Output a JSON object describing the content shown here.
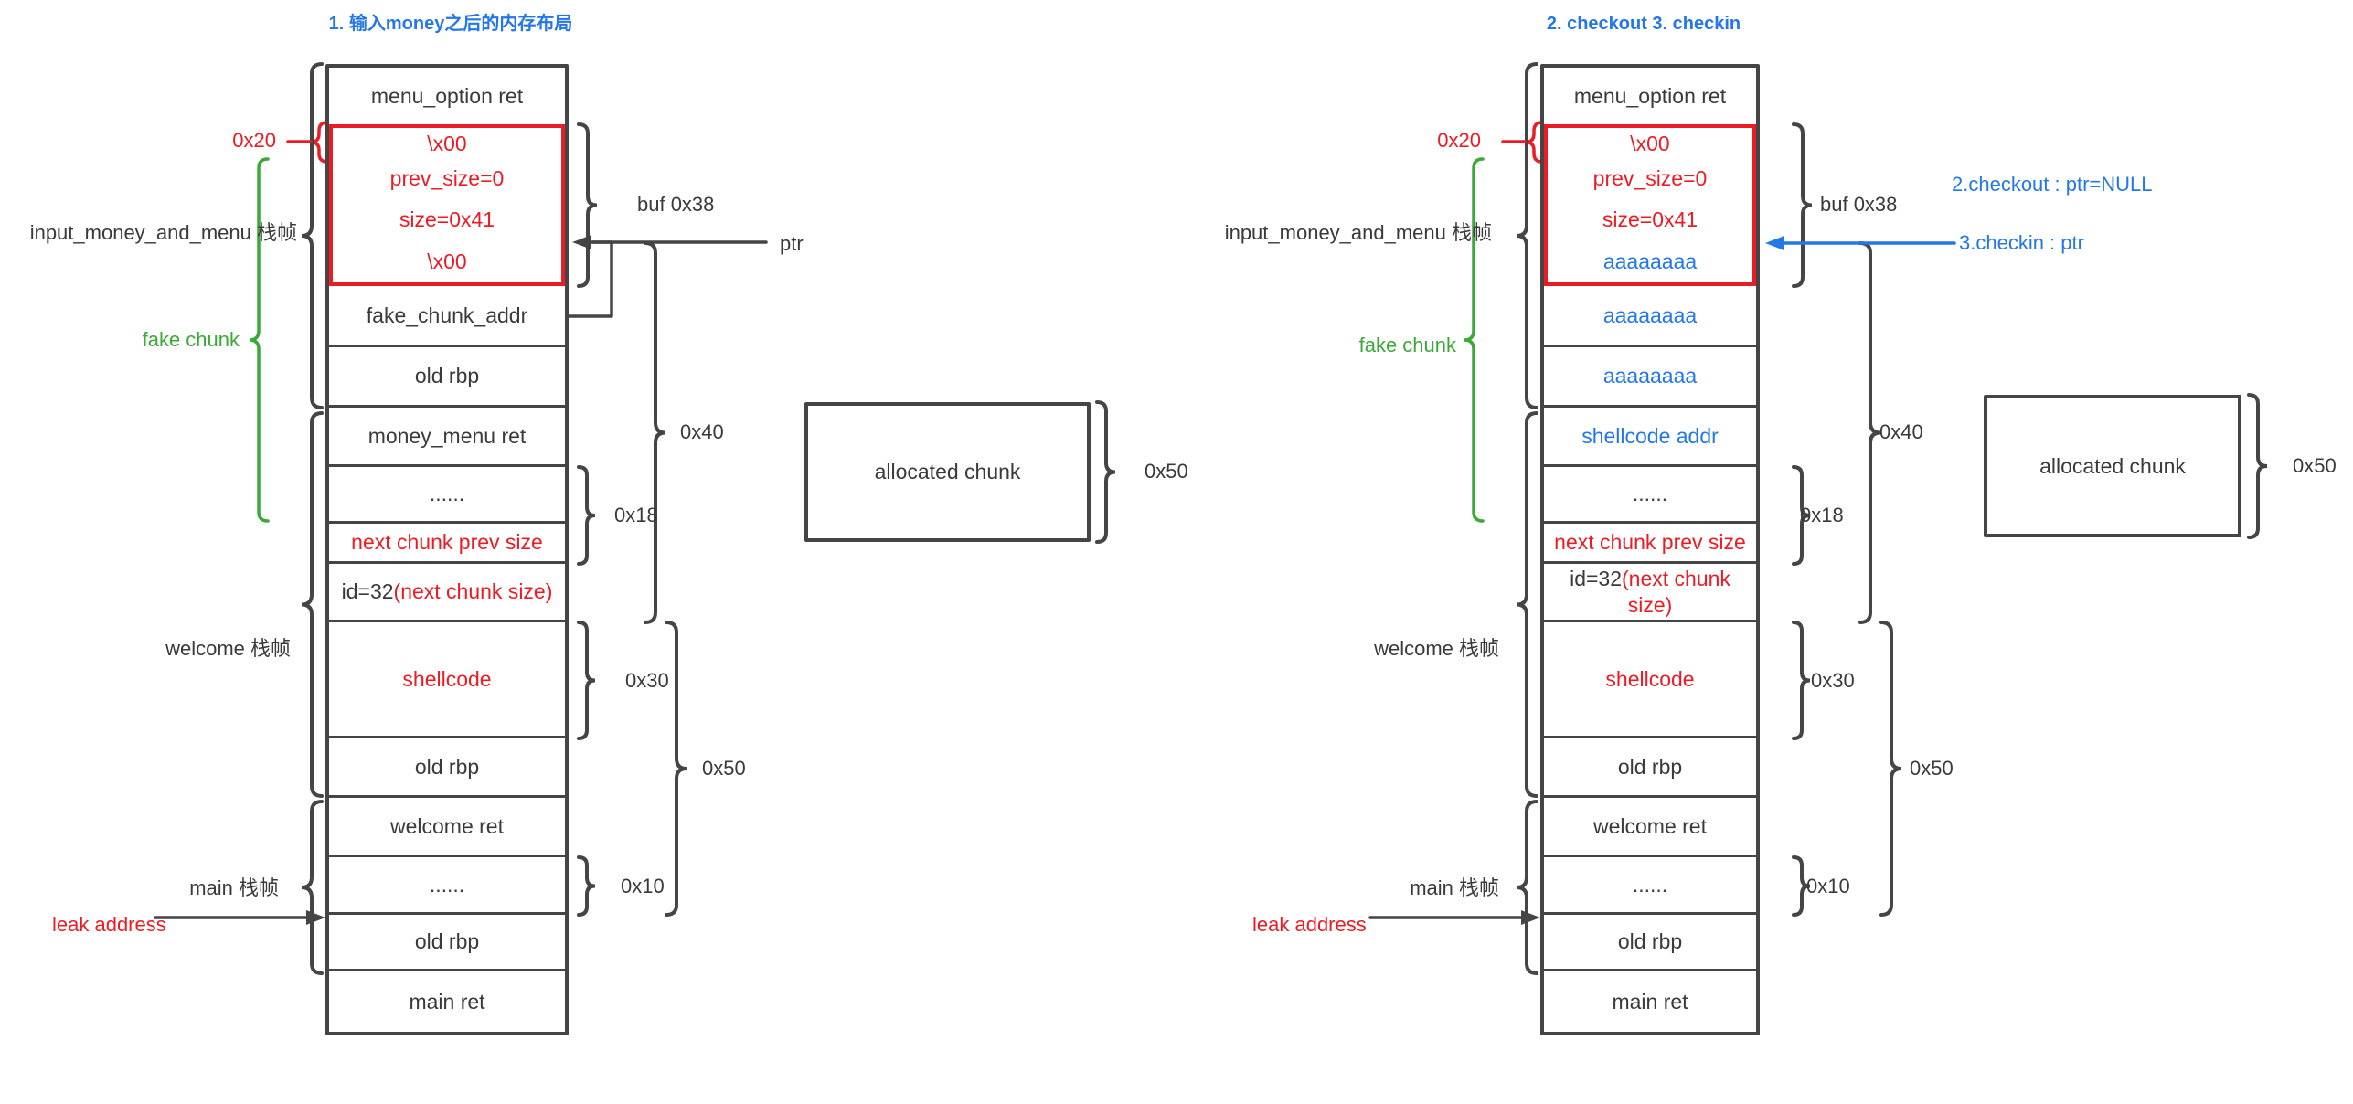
{
  "colors": {
    "accent_red": "#ec1c24",
    "accent_green": "#3aaa35",
    "accent_blue": "#2377e8",
    "line_dark": "#454545"
  },
  "diagrams": [
    {
      "title": "1. 输入money之后的内存布局",
      "stack_rows": [
        {
          "redb": false,
          "parts": [
            {
              "t": "menu_option ret",
              "c": "dark"
            }
          ]
        },
        {
          "redb": true,
          "parts": [
            {
              "t": "\\x00",
              "c": "red"
            }
          ]
        },
        {
          "redb": true,
          "parts": [
            {
              "t": "prev_size=0",
              "c": "red"
            }
          ]
        },
        {
          "redb": true,
          "parts": [
            {
              "t": "size=0x41",
              "c": "red"
            }
          ]
        },
        {
          "redb": true,
          "parts": [
            {
              "t": "\\x00",
              "c": "red"
            }
          ]
        },
        {
          "redb": false,
          "parts": [
            {
              "t": "fake_chunk_addr",
              "c": "dark"
            }
          ]
        },
        {
          "redb": false,
          "parts": [
            {
              "t": "old rbp",
              "c": "dark"
            }
          ]
        },
        {
          "redb": false,
          "parts": [
            {
              "t": "money_menu ret",
              "c": "dark"
            }
          ]
        },
        {
          "redb": false,
          "parts": [
            {
              "t": "......",
              "c": "dark"
            }
          ]
        },
        {
          "redb": false,
          "parts": [
            {
              "t": "next chunk prev size",
              "c": "red"
            }
          ]
        },
        {
          "redb": false,
          "parts": [
            {
              "t": "id=32",
              "c": "dark"
            },
            {
              "t": "(next chunk size)",
              "c": "red"
            }
          ]
        },
        {
          "redb": false,
          "parts": [
            {
              "t": "shellcode",
              "c": "red"
            }
          ]
        },
        {
          "redb": false,
          "parts": [
            {
              "t": "old rbp",
              "c": "dark"
            }
          ]
        },
        {
          "redb": false,
          "parts": [
            {
              "t": "welcome ret",
              "c": "dark"
            }
          ]
        },
        {
          "redb": false,
          "parts": [
            {
              "t": "......",
              "c": "dark"
            }
          ]
        },
        {
          "redb": false,
          "parts": [
            {
              "t": "old rbp",
              "c": "dark"
            }
          ]
        },
        {
          "redb": false,
          "parts": [
            {
              "t": "main ret",
              "c": "dark"
            }
          ]
        }
      ],
      "labels": {
        "x20": "0x20",
        "frame1": "input_money_and_menu 栈帧",
        "fake_chunk": "fake chunk",
        "frame2": "welcome 栈帧",
        "frame3": "main 栈帧",
        "leak": "leak  address",
        "buf": "buf  0x38",
        "ptr": "ptr",
        "x40": "0x40",
        "x18": "0x18",
        "x30": "0x30",
        "x50": "0x50",
        "x10": "0x10",
        "alloc": "allocated chunk",
        "alloc_size": "0x50"
      }
    },
    {
      "title": "2. checkout 3. checkin",
      "stack_rows": [
        {
          "redb": false,
          "parts": [
            {
              "t": "menu_option ret",
              "c": "dark"
            }
          ]
        },
        {
          "redb": true,
          "parts": [
            {
              "t": "\\x00",
              "c": "red"
            }
          ]
        },
        {
          "redb": true,
          "parts": [
            {
              "t": "prev_size=0",
              "c": "red"
            }
          ]
        },
        {
          "redb": true,
          "parts": [
            {
              "t": "size=0x41",
              "c": "red"
            }
          ]
        },
        {
          "redb": true,
          "parts": [
            {
              "t": "aaaaaaaa",
              "c": "blue"
            }
          ]
        },
        {
          "redb": false,
          "parts": [
            {
              "t": "aaaaaaaa",
              "c": "blue"
            }
          ]
        },
        {
          "redb": false,
          "parts": [
            {
              "t": "aaaaaaaa",
              "c": "blue"
            }
          ]
        },
        {
          "redb": false,
          "parts": [
            {
              "t": "shellcode addr",
              "c": "blue"
            }
          ]
        },
        {
          "redb": false,
          "parts": [
            {
              "t": "......",
              "c": "dark"
            }
          ]
        },
        {
          "redb": false,
          "parts": [
            {
              "t": "next chunk prev size",
              "c": "red"
            }
          ]
        },
        {
          "redb": false,
          "parts": [
            {
              "t": "id=32",
              "c": "dark"
            },
            {
              "t": "(next chunk size)",
              "c": "red"
            }
          ]
        },
        {
          "redb": false,
          "parts": [
            {
              "t": "shellcode",
              "c": "red"
            }
          ]
        },
        {
          "redb": false,
          "parts": [
            {
              "t": "old rbp",
              "c": "dark"
            }
          ]
        },
        {
          "redb": false,
          "parts": [
            {
              "t": "welcome ret",
              "c": "dark"
            }
          ]
        },
        {
          "redb": false,
          "parts": [
            {
              "t": "......",
              "c": "dark"
            }
          ]
        },
        {
          "redb": false,
          "parts": [
            {
              "t": "old rbp",
              "c": "dark"
            }
          ]
        },
        {
          "redb": false,
          "parts": [
            {
              "t": "main ret",
              "c": "dark"
            }
          ]
        }
      ],
      "labels": {
        "x20": "0x20",
        "frame1": "input_money_and_menu 栈帧",
        "fake_chunk": "fake chunk",
        "frame2": "welcome 栈帧",
        "frame3": "main 栈帧",
        "leak": "leak  address",
        "buf": "buf  0x38",
        "checkout": "2.checkout : ptr=NULL",
        "checkin": "3.checkin : ptr",
        "x40": "0x40",
        "x18": "0x18",
        "x30": "0x30",
        "x50": "0x50",
        "x10": "0x10",
        "alloc": "allocated chunk",
        "alloc_size": "0x50"
      }
    }
  ]
}
